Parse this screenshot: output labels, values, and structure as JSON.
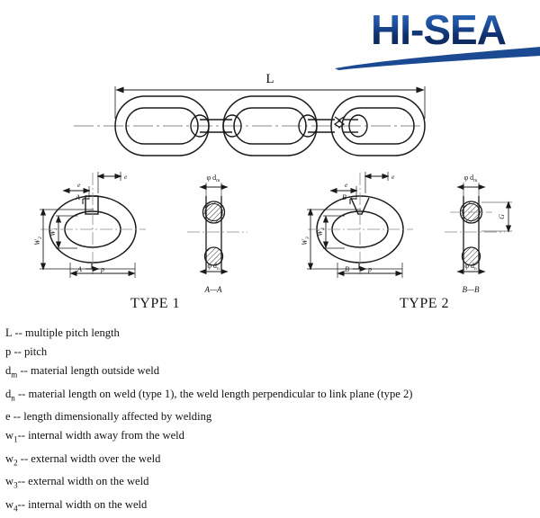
{
  "logo": {
    "text": "HI-SEA",
    "color_top": "#2f6fc0",
    "color_bottom": "#0b2352",
    "swoosh_color": "#1b4a93"
  },
  "drawing": {
    "title_dimension": "L",
    "top_view": {
      "dimension_label": "L",
      "links": 3
    },
    "type1": {
      "caption": "TYPE 1",
      "labels": {
        "e_top": "e",
        "e_left": "e",
        "section_mark_top": "A",
        "section_mark_bottom": "A",
        "pitch": "p",
        "w_outer": "W2",
        "w_inner": "W1"
      }
    },
    "type2": {
      "caption": "TYPE 2",
      "labels": {
        "e_top": "e",
        "e_left": "e",
        "section_mark_top": "B",
        "section_mark_bottom": "B",
        "pitch": "p",
        "w_outer": "W3",
        "w_inner": "W4"
      }
    },
    "section_aa": {
      "caption": "A—A",
      "label_top": "φ dm",
      "label_bottom": "φ dn"
    },
    "section_bb": {
      "caption": "B—B",
      "label_top": "φ dm",
      "label_bottom": "φ dn",
      "label_height": "G"
    },
    "line_color": "#1a1a1a",
    "centerline_color": "#7a7a7a"
  },
  "legend": [
    {
      "symbol": "L",
      "sub": "",
      "text": " -- multiple pitch length"
    },
    {
      "symbol": "p",
      "sub": "",
      "text": " -- pitch"
    },
    {
      "symbol": "d",
      "sub": "m",
      "text": " -- material length outside weld"
    },
    {
      "symbol": "d",
      "sub": "n",
      "text": " -- material length on weld (type 1), the weld length perpendicular to link plane (type 2)"
    },
    {
      "symbol": "e",
      "sub": "",
      "text": " -- length dimensionally affected by welding"
    },
    {
      "symbol": "w",
      "sub": "1",
      "text": "-- internal width away from the weld"
    },
    {
      "symbol": "w",
      "sub": "2",
      "text": " -- external width over the weld"
    },
    {
      "symbol": "w",
      "sub": "3",
      "text": "-- external width on the weld"
    },
    {
      "symbol": "w",
      "sub": "4",
      "text": "-- internal width on the weld"
    }
  ]
}
